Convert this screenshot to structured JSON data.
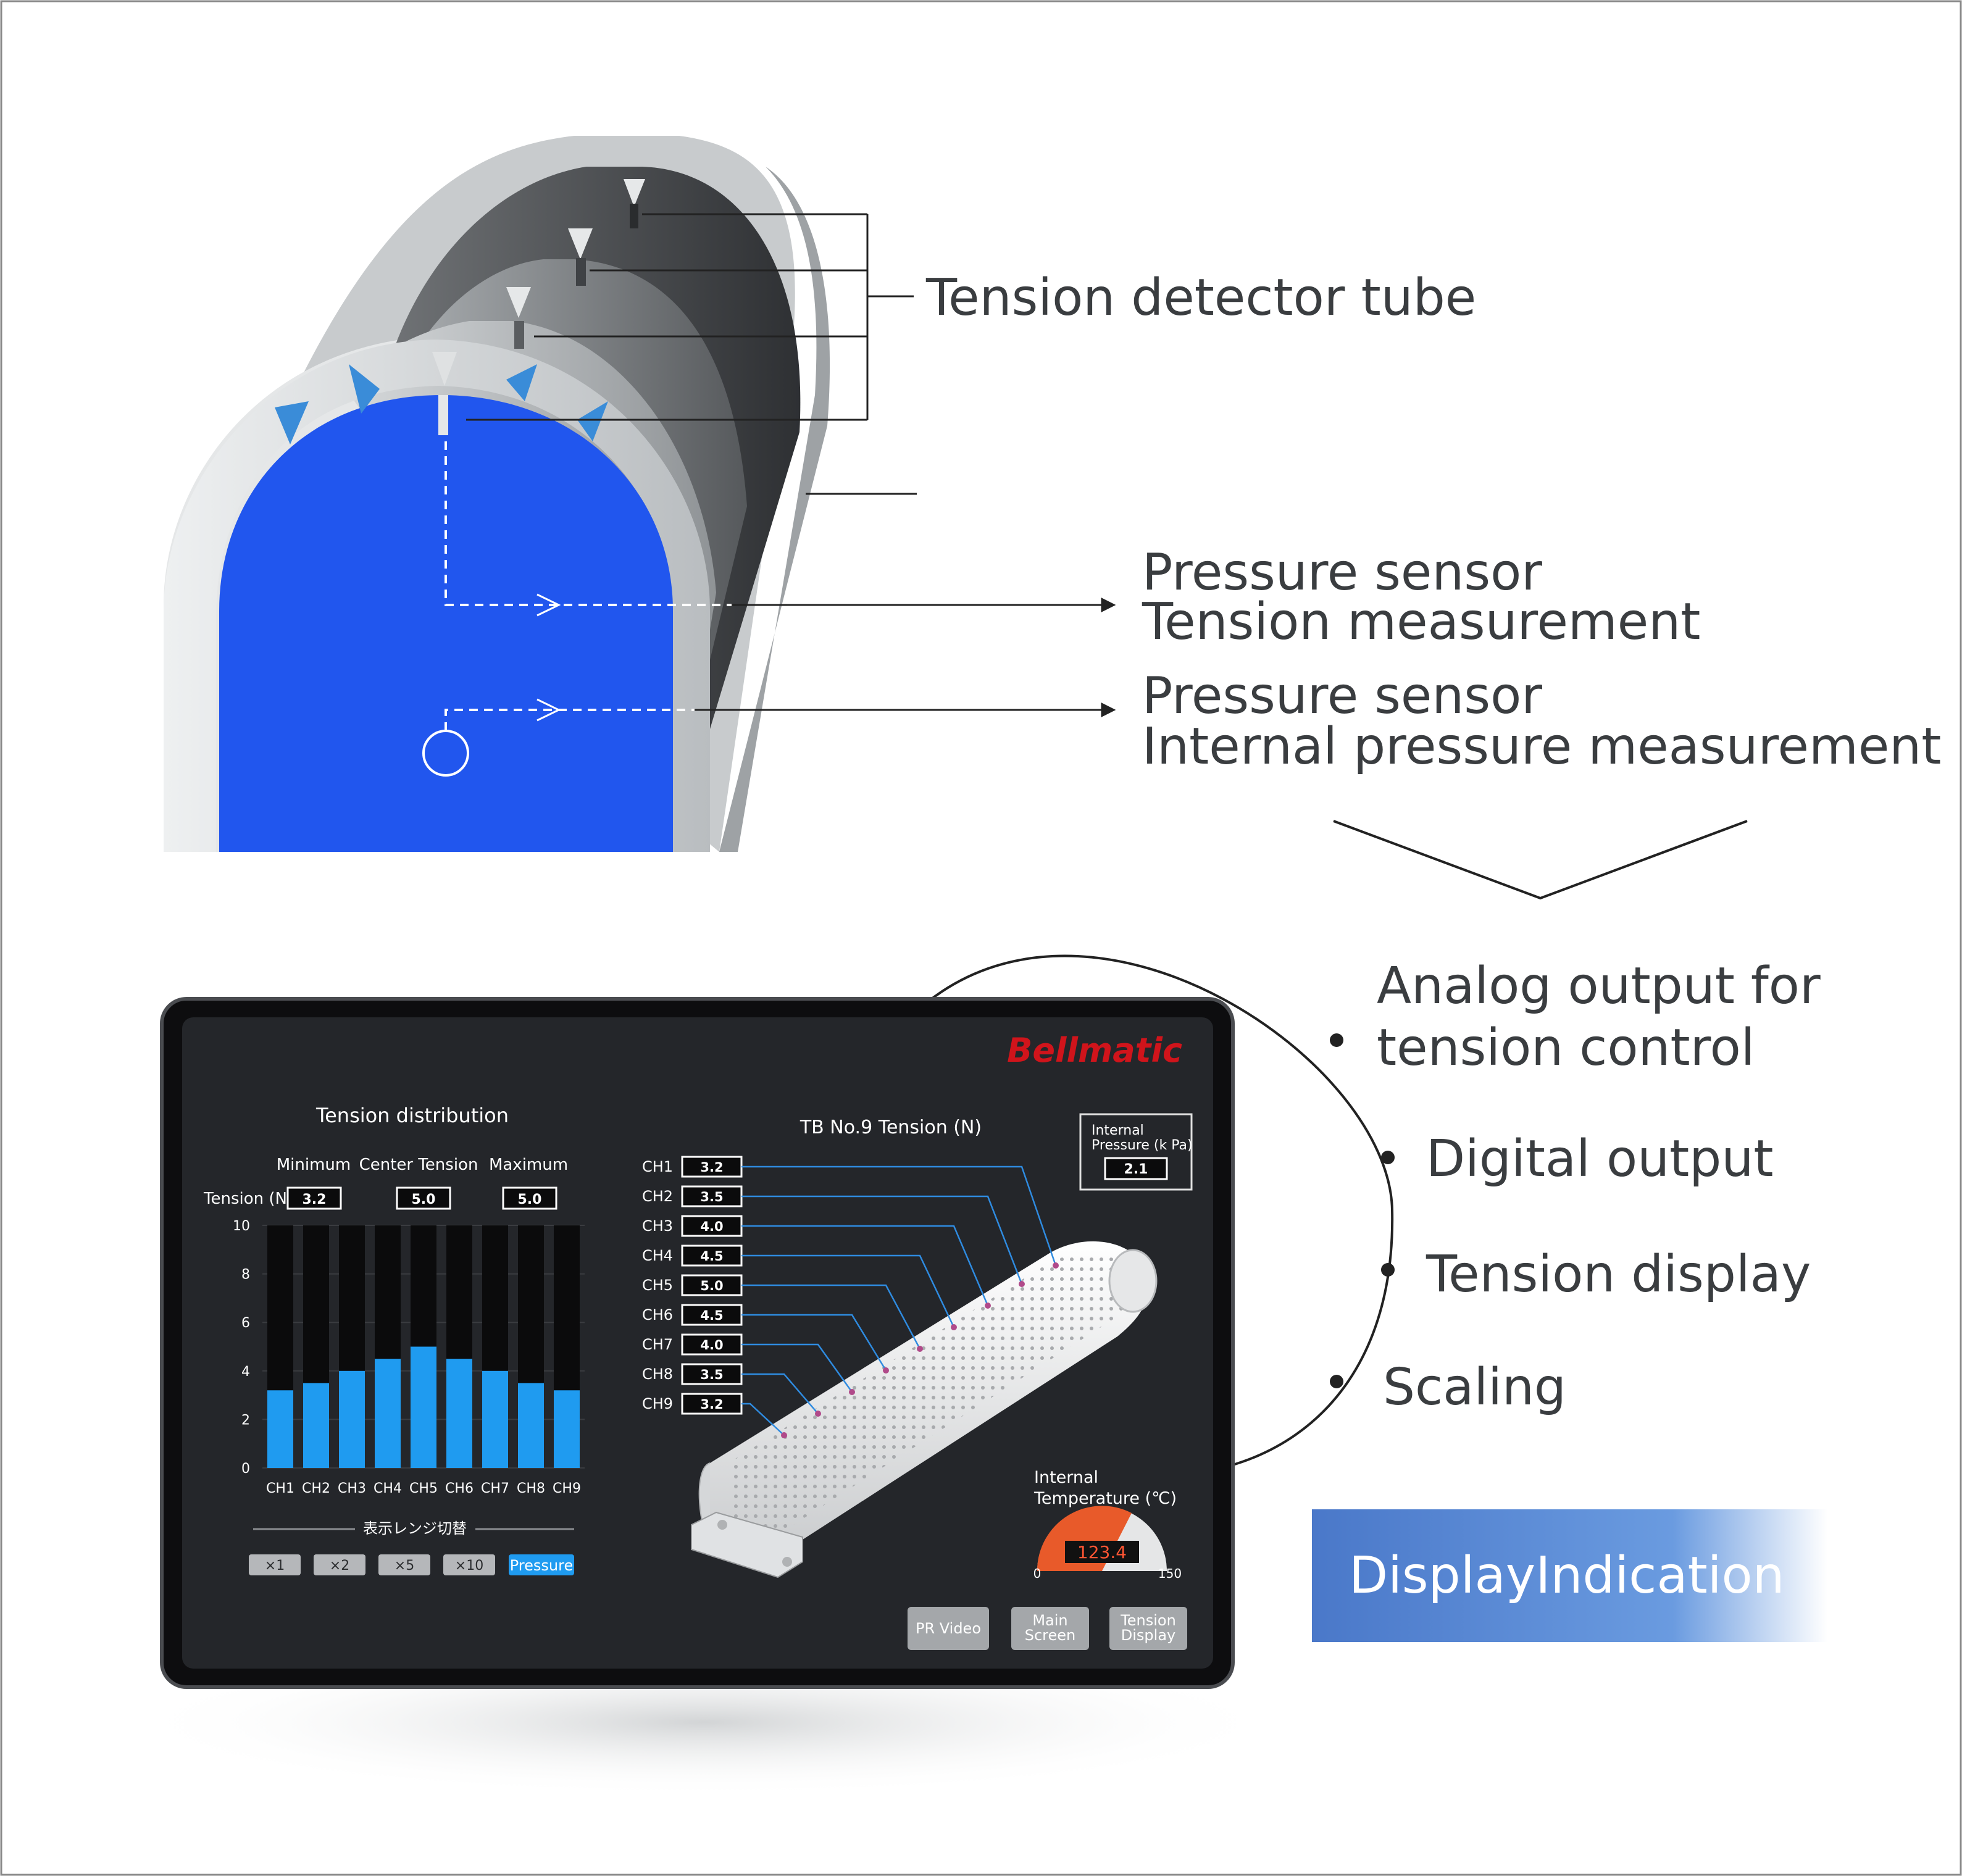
{
  "labels": {
    "tension_detector_tube": "Tension detector tube",
    "pressure_sensor_1": "Pressure sensor",
    "tension_measurement": "Tension measurement",
    "pressure_sensor_2": "Pressure sensor",
    "internal_pressure_measurement": "Internal pressure measurement"
  },
  "outputs": {
    "analog_line1": "Analog output for",
    "analog_line2": "tension control",
    "digital": "Digital output",
    "tension_display": "Tension display",
    "scaling": "Scaling"
  },
  "banner": {
    "text": "DisplayIndication"
  },
  "screen": {
    "brand": "Bellmatic",
    "left_panel": {
      "title": "Tension distribution",
      "minimum_label": "Minimum",
      "center_label": "Center Tension",
      "maximum_label": "Maximum",
      "tension_label": "Tension (N)",
      "minimum_value": "3.2",
      "center_value": "5.0",
      "maximum_value": "5.0",
      "range_label": "表示レンジ切替",
      "buttons": [
        "×1",
        "×2",
        "×5",
        "×10",
        "Pressure"
      ]
    },
    "right_panel": {
      "title": "TB No.9 Tension (N)",
      "channels": [
        "CH1",
        "CH2",
        "CH3",
        "CH4",
        "CH5",
        "CH6",
        "CH7",
        "CH8",
        "CH9"
      ],
      "values": [
        "3.2",
        "3.5",
        "4.0",
        "4.5",
        "5.0",
        "4.5",
        "4.0",
        "3.5",
        "3.2"
      ],
      "internal_pressure_line1": "Internal",
      "internal_pressure_line2": "Pressure (k Pa)",
      "internal_pressure_value": "2.1",
      "temperature_line1": "Internal",
      "temperature_line2": "Temperature (℃)",
      "temperature_value": "123.4",
      "gauge_min": "0",
      "gauge_max": "150",
      "nav_buttons": [
        "PR Video",
        "Main Screen",
        "Tension Display"
      ]
    }
  },
  "chart_data": {
    "type": "bar",
    "categories": [
      "CH1",
      "CH2",
      "CH3",
      "CH4",
      "CH5",
      "CH6",
      "CH7",
      "CH8",
      "CH9"
    ],
    "values": [
      3.2,
      3.5,
      4.0,
      4.5,
      5.0,
      4.5,
      4.0,
      3.5,
      3.2
    ],
    "ylim": [
      0,
      10
    ],
    "yticks": [
      "0",
      "2",
      "4",
      "6",
      "8",
      "10"
    ],
    "bar_color": "#1f9bf0"
  },
  "colors": {
    "blue_inner": "#2156ee",
    "screen_bg": "#24262a",
    "accent_blue": "#1f9bf0",
    "brand_red": "#d0141b"
  }
}
